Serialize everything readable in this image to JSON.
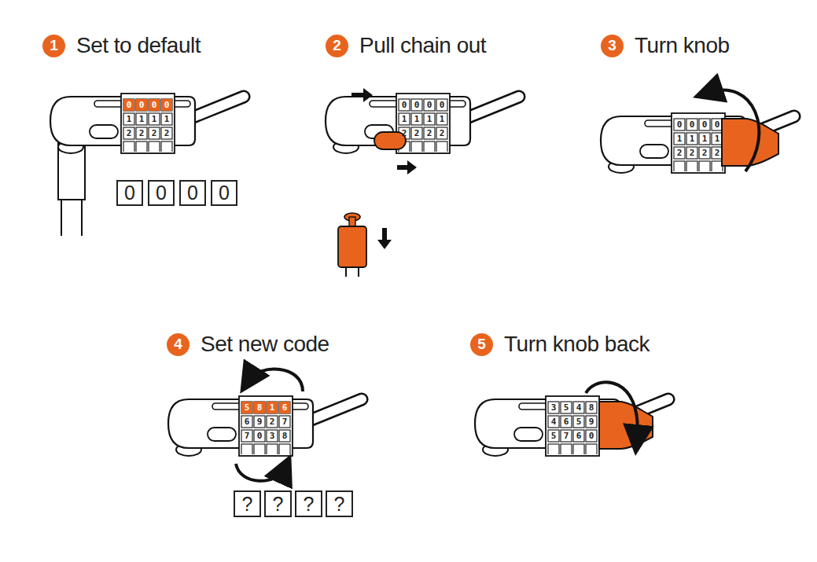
{
  "diagram": {
    "nodes": [
      {
        "text": [
          "1",
          "Set to default"
        ]
      },
      {
        "text": [
          "2",
          "Pull chain out"
        ]
      },
      {
        "text": [
          "3",
          "Turn knob"
        ]
      },
      {
        "text": [
          "4",
          "Set new code"
        ]
      },
      {
        "text": [
          "5",
          "Turn knob back"
        ]
      },
      {
        "text": [
          "0"
        ]
      },
      {
        "text": [
          "0"
        ]
      },
      {
        "text": [
          "0"
        ]
      },
      {
        "text": [
          "0"
        ]
      },
      {
        "text": [
          "?"
        ]
      },
      {
        "text": [
          "?"
        ]
      },
      {
        "text": [
          "?"
        ]
      },
      {
        "text": [
          "?"
        ]
      }
    ],
    "labels": [
      "0",
      "0",
      "0",
      "0",
      "1",
      "1",
      "1",
      "1",
      "2",
      "2",
      "2",
      "2",
      "0",
      "0",
      "0",
      "0",
      "1",
      "1",
      "1",
      "1",
      "2",
      "2",
      "2",
      "2",
      "0",
      "0",
      "0",
      "0",
      "1",
      "1",
      "1",
      "1",
      "2",
      "2",
      "2",
      "2",
      "5",
      "8",
      "1",
      "6",
      "6",
      "9",
      "2",
      "7",
      "7",
      "0",
      "3",
      "8",
      "3",
      "5",
      "4",
      "8",
      "4",
      "6",
      "5",
      "9",
      "5",
      "7",
      "6",
      "0"
    ]
  }
}
